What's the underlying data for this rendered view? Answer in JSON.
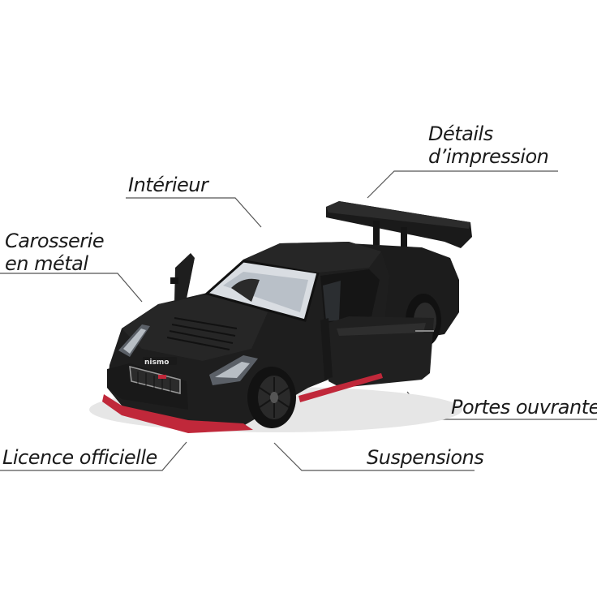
{
  "callouts": {
    "details": {
      "line1": "Détails",
      "line2": "d’impression"
    },
    "interieur": "Intérieur",
    "carrosserie": {
      "line1": "Carosserie",
      "line2": "en métal"
    },
    "portes": "Portes ouvrantes",
    "licence": "Licence officielle",
    "suspensions": "Suspensions"
  },
  "car": {
    "badge": "nismo",
    "body_color": "#1e1e1e",
    "accent_color": "#c0283a"
  },
  "colors": {
    "background": "#ffffff",
    "text": "#1b1b1b",
    "leader_line": "#555555"
  }
}
